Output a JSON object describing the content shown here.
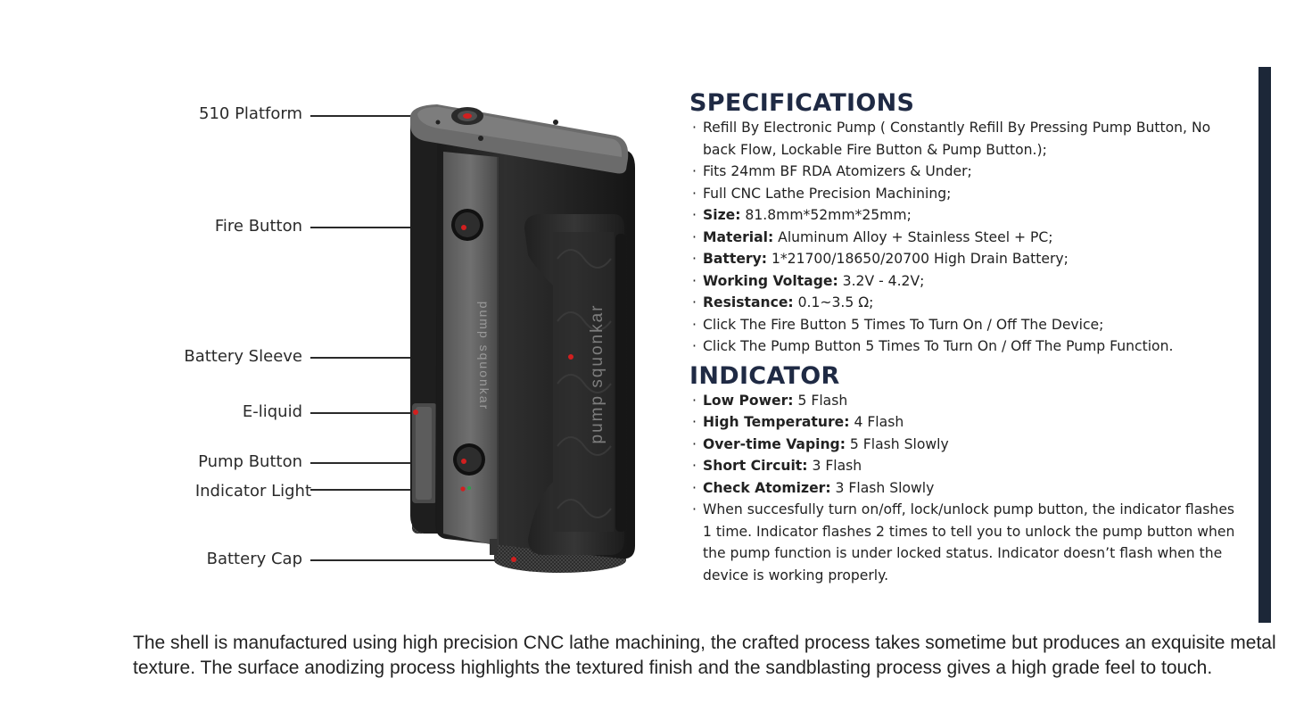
{
  "callouts": {
    "platform": "510 Platform",
    "fire": "Fire Button",
    "sleeve": "Battery Sleeve",
    "eliquid": "E-liquid",
    "pump": "Pump Button",
    "indicator": "Indicator Light",
    "cap": "Battery Cap"
  },
  "device": {
    "brand_text": "pump squonkar"
  },
  "specifications": {
    "title": "SPECIFICATIONS",
    "items": [
      {
        "label": "",
        "text": "Refill By Electronic Pump ( Constantly Refill By Pressing Pump Button, No back Flow, Lockable Fire Button & Pump Button.);"
      },
      {
        "label": "",
        "text": "Fits 24mm BF RDA Atomizers & Under;"
      },
      {
        "label": "",
        "text": "Full CNC Lathe Precision Machining;"
      },
      {
        "label": "Size:",
        "text": " 81.8mm*52mm*25mm;"
      },
      {
        "label": "Material:",
        "text": " Aluminum Alloy + Stainless Steel + PC;"
      },
      {
        "label": "Battery:",
        "text": " 1*21700/18650/20700 High Drain Battery;"
      },
      {
        "label": "Working Voltage:",
        "text": " 3.2V - 4.2V;"
      },
      {
        "label": "Resistance:",
        "text": " 0.1~3.5 Ω;"
      },
      {
        "label": "",
        "text": "Click The Fire Button 5 Times To Turn On / Off The  Device;"
      },
      {
        "label": "",
        "text": "Click The Pump Button 5 Times To Turn On / Off  The Pump Function."
      }
    ]
  },
  "indicator": {
    "title": "INDICATOR",
    "items": [
      {
        "label": "Low Power:",
        "text": " 5 Flash"
      },
      {
        "label": "High Temperature:",
        "text": " 4 Flash"
      },
      {
        "label": "Over-time Vaping:",
        "text": " 5 Flash Slowly"
      },
      {
        "label": "Short Circuit:",
        "text": " 3 Flash"
      },
      {
        "label": "Check Atomizer:",
        "text": " 3 Flash Slowly"
      },
      {
        "label": "",
        "text": "When succesfully turn on/off, lock/unlock pump button, the indicator flashes 1 time. Indicator flashes 2 times to tell you to unlock the pump button when the pump function is under locked status. Indicator doesn’t flash when the device is working properly."
      }
    ]
  },
  "description": "The shell is manufactured using high precision CNC lathe machining, the crafted process takes sometime but produces an exquisite metal texture. The surface anodizing process highlights the textured finish and the sandblasting process gives a high grade feel to touch.",
  "colors": {
    "heading": "#1f2a44",
    "sidebar": "#1c2738",
    "marker": "#d21f1f"
  }
}
